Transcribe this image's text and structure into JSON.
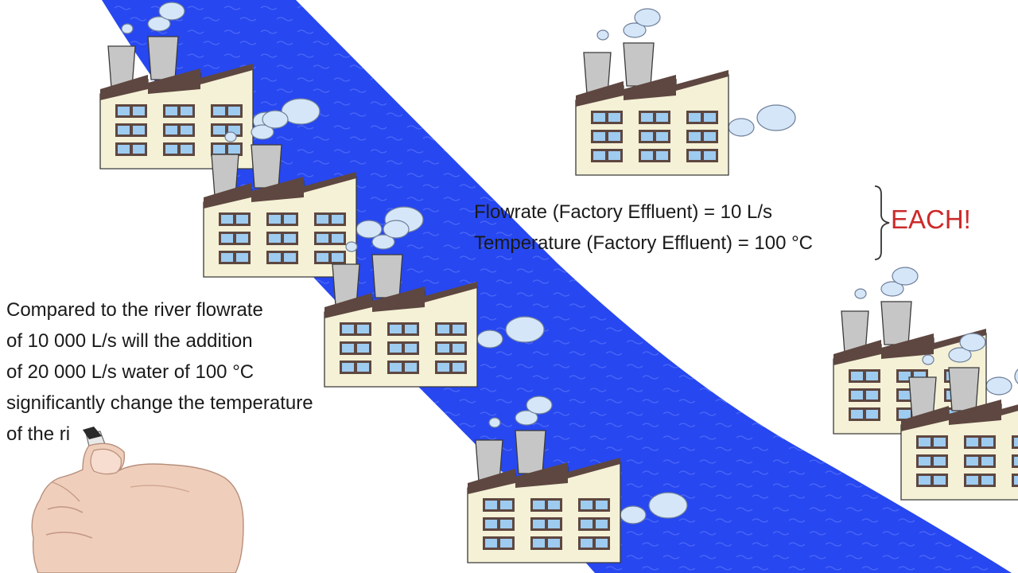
{
  "annotation": {
    "flowrate_line": "Flowrate (Factory Effluent) = 10 L/s",
    "temperature_line": "Temperature (Factory Effluent) = 100 °C",
    "each_label": "EACH!"
  },
  "question": {
    "lines": [
      "Compared to the river flowrate",
      "of 10 000  L/s will the addition",
      "of 20 000 L/s water of 100 °C",
      "significantly change the temperature",
      "of the ri"
    ]
  },
  "colors": {
    "river": "#2747f0",
    "factory_wall": "#f4f1d6",
    "roof": "#5e4740",
    "chimney": "#c6c6c6",
    "window": "#9ecbf0",
    "smoke": "#d4e6f8",
    "accent_text": "#cc2a2a"
  },
  "icons": {
    "factory": "factory-icon",
    "smoke": "smoke-cloud-icon",
    "hand": "hand-with-marker-icon"
  }
}
